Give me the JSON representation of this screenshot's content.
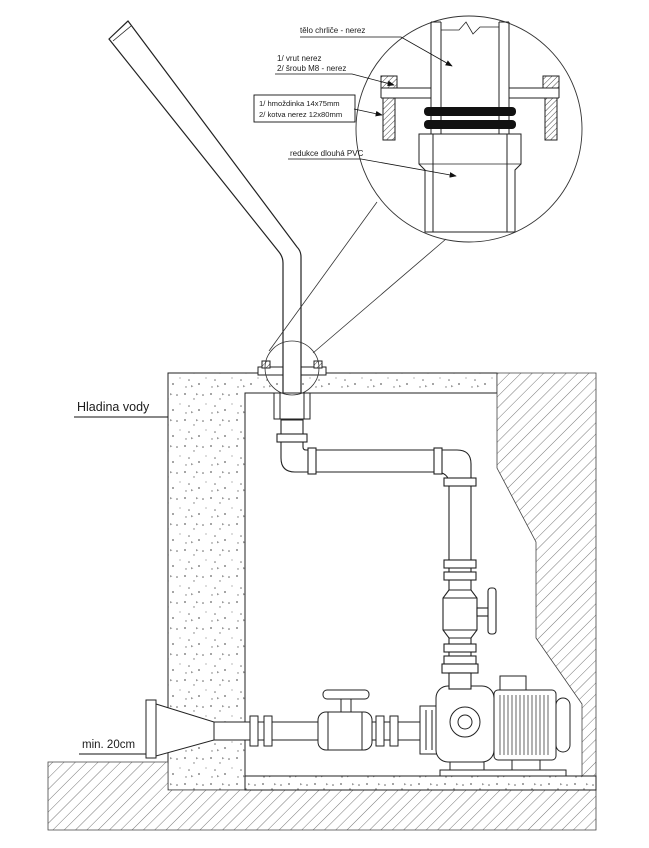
{
  "detail": {
    "labels": {
      "body": "tělo chrliče - nerez",
      "screw_line1": "1/ vrut nerez",
      "screw_line2": "2/ šroub M8 - nerez",
      "anchor_line1": "1/ hmoždinka 14x75mm",
      "anchor_line2": "2/ kotva nerez 12x80mm",
      "reduction": "redukce dlouhá PVC"
    }
  },
  "main": {
    "labels": {
      "water_level": "Hladina vody",
      "min_depth": "min. 20cm"
    }
  }
}
